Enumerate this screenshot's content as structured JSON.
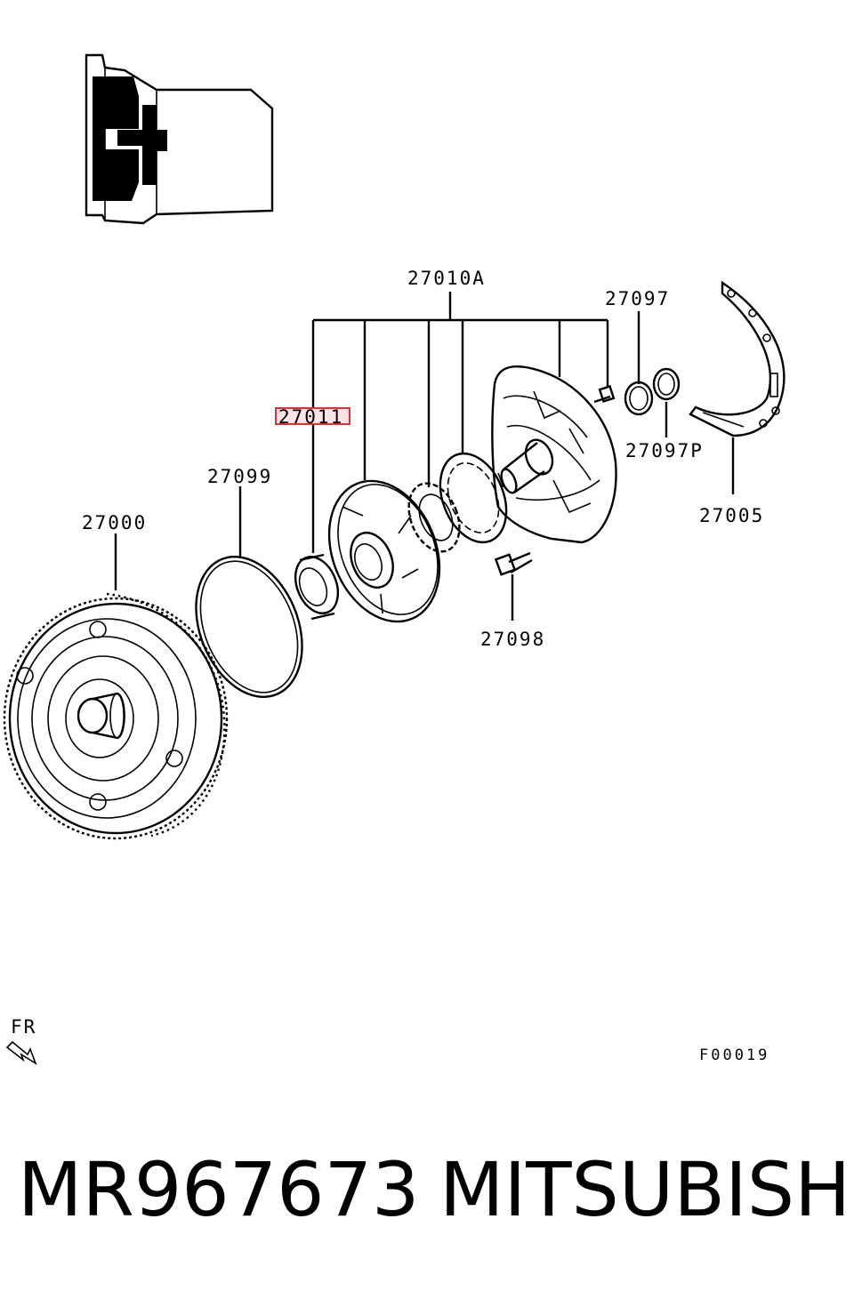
{
  "parts": {
    "p27010A": "27010A",
    "p27097": "27097",
    "p27011": "27011",
    "p27099": "27099",
    "p27000": "27000",
    "p27097P": "27097P",
    "p27005": "27005",
    "p27098": "27098"
  },
  "highlighted_part": "27011",
  "direction_label": "FR",
  "figure_code": "F00019",
  "caption": {
    "part_number": "MR967673",
    "brand": "MITSUBISHI"
  },
  "colors": {
    "highlight_border": "#e0303a",
    "highlight_fill": "#fbe3e3",
    "ink": "#000000"
  }
}
